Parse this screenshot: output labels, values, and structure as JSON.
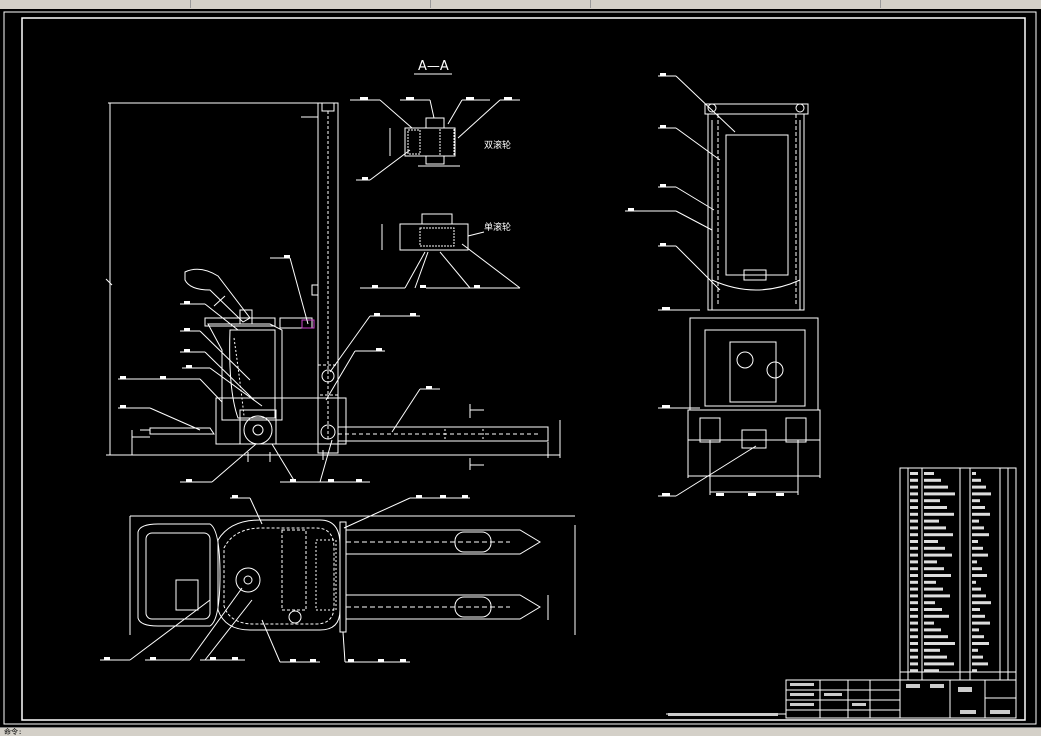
{
  "section_title": "A—A",
  "wheel_labels": {
    "double": "双滚轮",
    "single": "单滚轮"
  },
  "command_prompt": "命令:",
  "colors": {
    "background": "#000000",
    "line": "#ffffff",
    "hidden_line": "#c8c8c8",
    "accent": "#cc44cc",
    "ui_bar": "#d4d0c8"
  }
}
